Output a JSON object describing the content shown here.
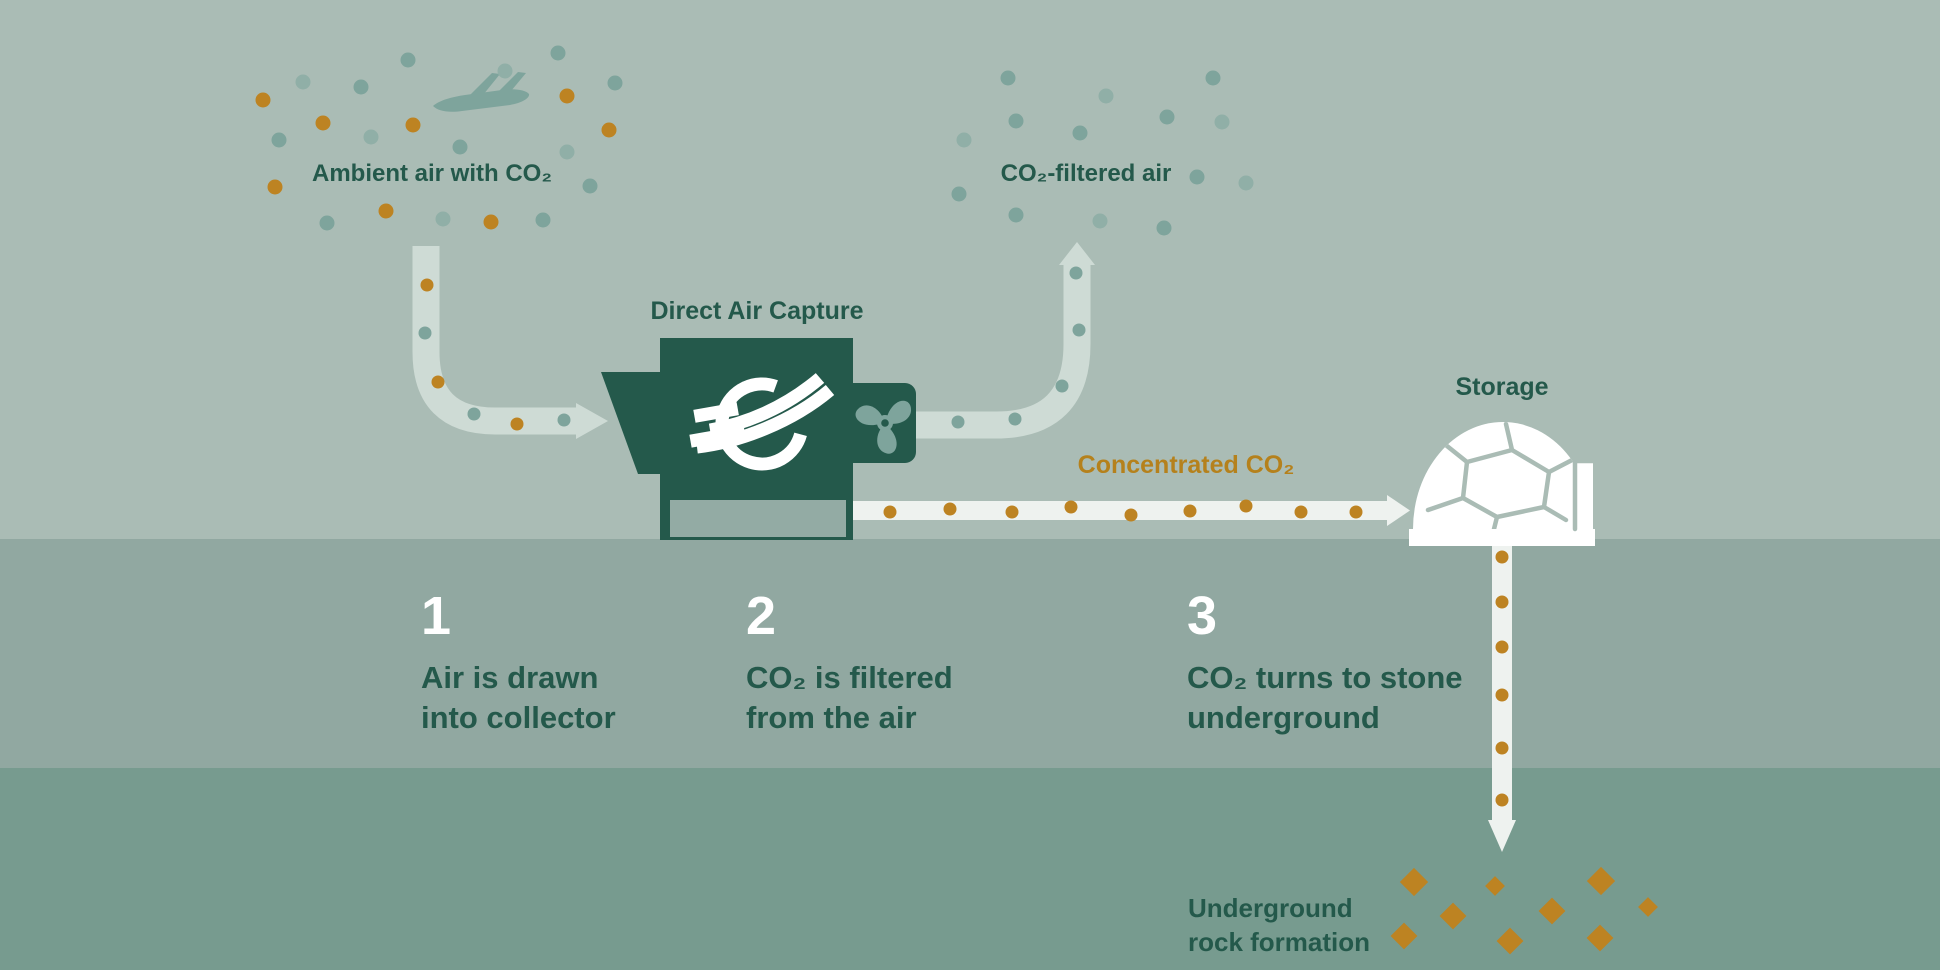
{
  "labels": {
    "ambient_air": "Ambient air with CO₂",
    "filtered_air": "CO₂-filtered air",
    "dac": "Direct Air Capture",
    "concentrated_co2": "Concentrated CO₂",
    "storage": "Storage",
    "underground_rock": "Underground\nrock formation"
  },
  "steps": [
    {
      "number": "1",
      "text": "Air is drawn\ninto collector"
    },
    {
      "number": "2",
      "text": "CO₂ is filtered\nfrom the air"
    },
    {
      "number": "3",
      "text": "CO₂ turns to stone\nunderground"
    }
  ],
  "icons": [
    "airplane-icon",
    "fan-icon",
    "climeworks-logo-icon",
    "storage-dome-icon",
    "arrow-right-icon",
    "arrow-up-icon",
    "arrow-down-icon"
  ],
  "colors": {
    "sky": "#aabcb5",
    "ground_upper": "#91a8a1",
    "ground_lower": "#779b8f",
    "dark_green": "#24594b",
    "teal": "#7ea49c",
    "teal_light": "#90afa7",
    "ochre": "#bd8322",
    "ochre_text": "#b5811c",
    "pipe_air": "#cedbd5",
    "pipe_co2": "#eef2ef",
    "machine_base_panel": "#93aba4",
    "white": "#ffffff"
  },
  "art": {
    "dot_colors": {
      "teal": "#7ea49c",
      "teal_light": "#90afa7",
      "ochre": "#bd8322"
    },
    "cloud_left_dots": [
      [
        408,
        60,
        "teal"
      ],
      [
        505,
        71,
        "teal_light"
      ],
      [
        558,
        53,
        "teal"
      ],
      [
        303,
        82,
        "teal_light"
      ],
      [
        361,
        87,
        "teal"
      ],
      [
        615,
        83,
        "teal"
      ],
      [
        279,
        140,
        "teal"
      ],
      [
        371,
        137,
        "teal_light"
      ],
      [
        460,
        147,
        "teal"
      ],
      [
        567,
        152,
        "teal_light"
      ],
      [
        590,
        186,
        "teal"
      ],
      [
        327,
        223,
        "teal"
      ],
      [
        443,
        219,
        "teal_light"
      ],
      [
        543,
        220,
        "teal"
      ],
      [
        263,
        100,
        "ochre"
      ],
      [
        323,
        123,
        "ochre"
      ],
      [
        413,
        125,
        "ochre"
      ],
      [
        567,
        96,
        "ochre"
      ],
      [
        609,
        130,
        "ochre"
      ],
      [
        275,
        187,
        "ochre"
      ],
      [
        386,
        211,
        "ochre"
      ],
      [
        491,
        222,
        "ochre"
      ]
    ],
    "cloud_right_dots": [
      [
        1008,
        78,
        "teal"
      ],
      [
        1213,
        78,
        "teal"
      ],
      [
        1106,
        96,
        "teal_light"
      ],
      [
        1016,
        121,
        "teal"
      ],
      [
        1167,
        117,
        "teal"
      ],
      [
        1222,
        122,
        "teal_light"
      ],
      [
        1080,
        133,
        "teal"
      ],
      [
        964,
        140,
        "teal_light"
      ],
      [
        1197,
        177,
        "teal"
      ],
      [
        1246,
        183,
        "teal_light"
      ],
      [
        959,
        194,
        "teal"
      ],
      [
        1016,
        215,
        "teal"
      ],
      [
        1100,
        221,
        "teal_light"
      ],
      [
        1164,
        228,
        "teal"
      ]
    ],
    "pipe_left_dots": [
      [
        427,
        285,
        "ochre"
      ],
      [
        425,
        333,
        "teal"
      ],
      [
        438,
        382,
        "ochre"
      ],
      [
        474,
        414,
        "teal"
      ],
      [
        517,
        424,
        "ochre"
      ],
      [
        564,
        420,
        "teal"
      ]
    ],
    "pipe_right_dots": [
      [
        958,
        422,
        "teal"
      ],
      [
        1015,
        419,
        "teal"
      ],
      [
        1062,
        386,
        "teal"
      ],
      [
        1079,
        330,
        "teal"
      ],
      [
        1076,
        273,
        "teal"
      ]
    ],
    "co2_pipe_dots": [
      [
        890,
        512,
        "ochre"
      ],
      [
        950,
        509,
        "ochre"
      ],
      [
        1012,
        512,
        "ochre"
      ],
      [
        1071,
        507,
        "ochre"
      ],
      [
        1131,
        515,
        "ochre"
      ],
      [
        1190,
        511,
        "ochre"
      ],
      [
        1246,
        506,
        "ochre"
      ],
      [
        1301,
        512,
        "ochre"
      ],
      [
        1356,
        512,
        "ochre"
      ]
    ],
    "injection_pipe_dots": [
      [
        1502,
        557,
        "ochre"
      ],
      [
        1502,
        602,
        "ochre"
      ],
      [
        1502,
        647,
        "ochre"
      ],
      [
        1502,
        695,
        "ochre"
      ],
      [
        1502,
        748,
        "ochre"
      ],
      [
        1502,
        800,
        "ochre"
      ]
    ],
    "rock_diamonds": [
      [
        1414,
        882,
        20
      ],
      [
        1495,
        886,
        14
      ],
      [
        1601,
        881,
        20
      ],
      [
        1453,
        916,
        19
      ],
      [
        1552,
        911,
        19
      ],
      [
        1648,
        907,
        14
      ],
      [
        1404,
        936,
        19
      ],
      [
        1510,
        941,
        19
      ],
      [
        1600,
        938,
        19
      ]
    ]
  }
}
